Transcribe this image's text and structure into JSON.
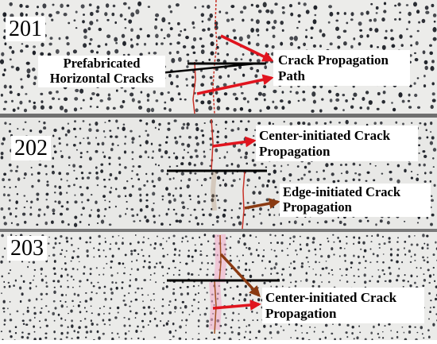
{
  "panels": [
    {
      "id": "201"
    },
    {
      "id": "202"
    },
    {
      "id": "203"
    }
  ],
  "labels": {
    "p201_left": [
      "Prefabricated",
      "Horizontal Cracks"
    ],
    "p201_right": [
      "Crack Propagation",
      "Path"
    ],
    "p202_top": [
      "Center-initiated Crack",
      "Propagation"
    ],
    "p202_bottom": [
      "Edge-initiated Crack",
      "Propagation"
    ],
    "p203": [
      "Center-initiated Crack",
      "Propagation"
    ]
  },
  "colors": {
    "arrow_red": "#e0141e",
    "arrow_brown": "#8a3a12",
    "arrow_black": "#000000",
    "crack_line": "#c83228",
    "speckle": "#1e2128"
  }
}
